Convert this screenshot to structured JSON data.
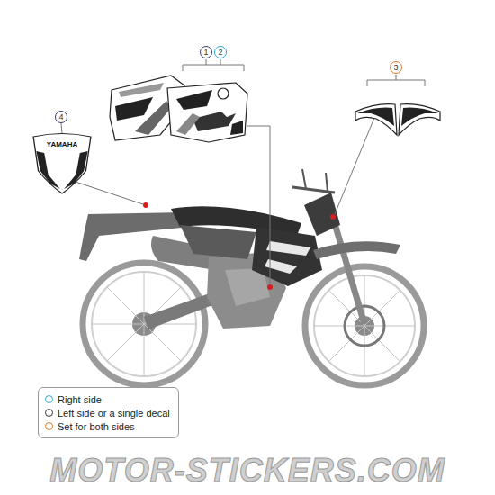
{
  "diagram": {
    "nodes": [
      {
        "text": [
          "1"
        ]
      },
      {
        "text": [
          "2"
        ]
      },
      {
        "text": [
          "3"
        ]
      },
      {
        "text": [
          "4"
        ]
      },
      {
        "text": [
          "YAMAHA"
        ]
      }
    ],
    "edges": [
      {
        "from": 3,
        "to": 4,
        "arrow": "none"
      }
    ],
    "labels": [
      "MOTOR-STICKERS.COM"
    ],
    "legend": [
      {
        "text": "Right side"
      },
      {
        "text": "Left side or a single decal"
      },
      {
        "text": "Set for both sides"
      }
    ]
  }
}
